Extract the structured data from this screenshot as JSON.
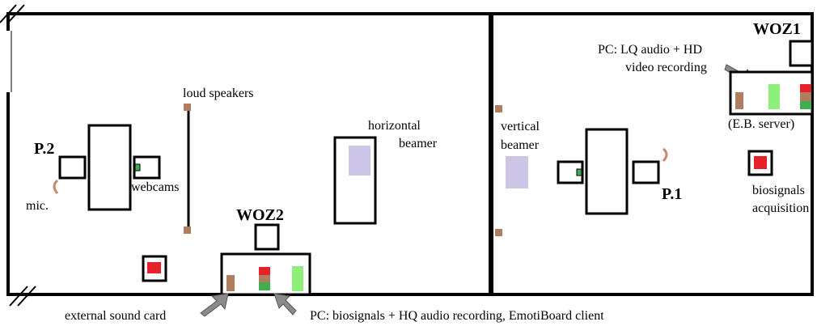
{
  "labels": {
    "woz1": "WOZ1",
    "woz2": "WOZ2",
    "p1": "P.1",
    "p2": "P.2",
    "pc_lq_line1": "PC: LQ audio + HD",
    "pc_lq_line2": "video recording",
    "eb_server": "(E.B. server)",
    "biosignals_line1": "biosignals",
    "biosignals_line2": "acquisition",
    "vertical_line1": "vertical",
    "vertical_line2": "beamer",
    "horizontal_line1": "horizontal",
    "horizontal_line2": "beamer",
    "loud_speakers": "loud speakers",
    "webcams": "webcams",
    "mic": "mic.",
    "external_sound_card": "external sound card",
    "pc_biosignals": "PC: biosignals + HQ audio recording, EmotiBoard client"
  },
  "colors": {
    "wall": "#000000",
    "speaker": "#b07d5e",
    "mic": "#c8876a",
    "beamer_image": "#cdc5e8",
    "red": "#e8202a",
    "green": "#8ef07a",
    "dark_green": "#3fae4f",
    "brown": "#b07d5e",
    "arrow": "#8a8a8a"
  }
}
